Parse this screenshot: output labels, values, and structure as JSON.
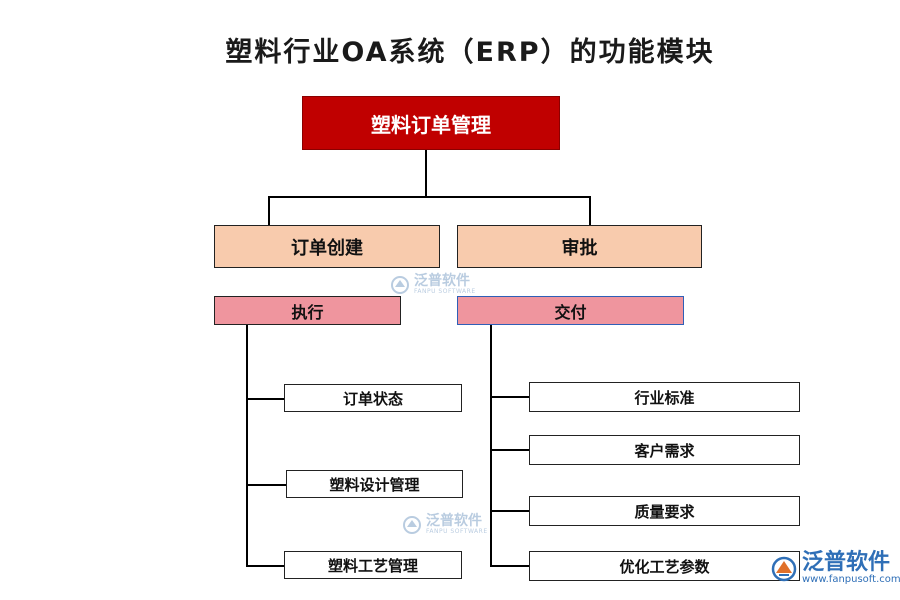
{
  "title": "塑料行业OA系统（ERP）的功能模块",
  "root": "塑料订单管理",
  "level1": {
    "left": "订单创建",
    "right": "审批"
  },
  "level2": {
    "left": "执行",
    "right": "交付"
  },
  "left_leaves": [
    "订单状态",
    "塑料设计管理",
    "塑料工艺管理"
  ],
  "right_leaves": [
    "行业标准",
    "客户需求",
    "质量要求",
    "优化工艺参数"
  ],
  "watermark": {
    "text": "泛普软件",
    "sub": "FANPU SOFTWARE"
  },
  "logo": {
    "name": "泛普软件",
    "url": "www.fanpusoft.com"
  },
  "colors": {
    "root_fill": "#c00000",
    "level1_fill": "#f8cbad",
    "level2_fill": "#ef959e",
    "brand": "#2f6fb7"
  }
}
